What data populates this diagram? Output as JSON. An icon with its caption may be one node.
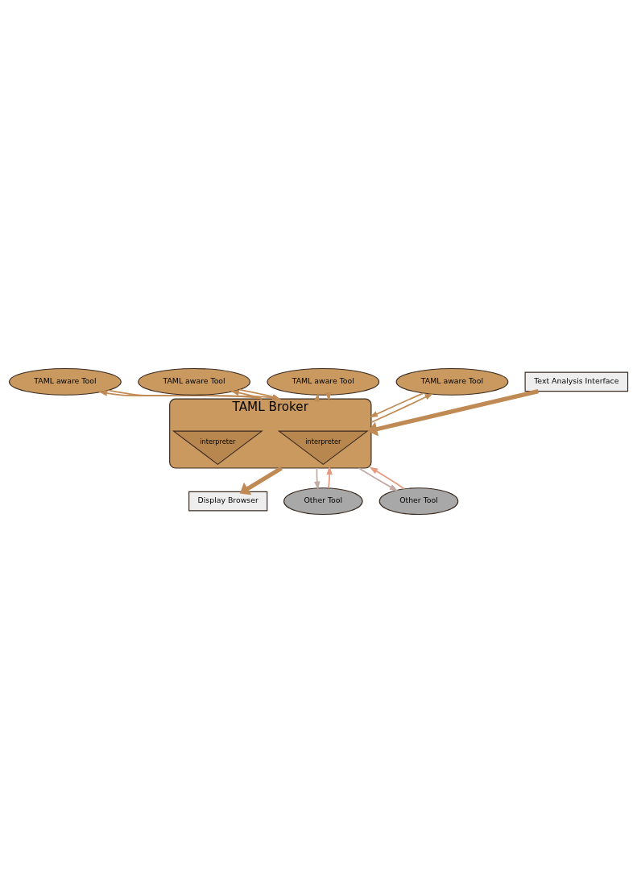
{
  "diagram": {
    "nodes": [
      {
        "text": [
          "TAML aware Tool"
        ]
      },
      {
        "text": [
          "TAML aware Tool"
        ]
      },
      {
        "text": [
          "TAML aware Tool"
        ]
      },
      {
        "text": [
          "TAML aware Tool"
        ]
      },
      {
        "text": [
          "TAML Broker"
        ]
      },
      {
        "text": [
          "interpreter"
        ],
        "in": 4
      },
      {
        "text": [
          "interpreter"
        ],
        "in": 4
      },
      {
        "text": [
          "Text Analysis Interface"
        ]
      },
      {
        "text": [
          "Display Browser"
        ]
      },
      {
        "text": [
          "Other Tool"
        ]
      },
      {
        "text": [
          "Other Tool"
        ]
      }
    ],
    "edges": [
      {
        "from": 4,
        "to": 0,
        "arrow": "to"
      },
      {
        "from": 0,
        "to": 4,
        "arrow": "to"
      },
      {
        "from": 4,
        "to": 1,
        "arrow": "to"
      },
      {
        "from": 1,
        "to": 4,
        "arrow": "to"
      },
      {
        "from": 4,
        "to": 2,
        "arrow": "to"
      },
      {
        "from": 2,
        "to": 4,
        "arrow": "to"
      },
      {
        "from": 3,
        "to": 4,
        "arrow": "to"
      },
      {
        "from": 4,
        "to": 3,
        "arrow": "to"
      },
      {
        "from": 7,
        "to": 4,
        "arrow": "to",
        "style": "thick"
      },
      {
        "from": 4,
        "to": 8,
        "arrow": "to",
        "style": "thick"
      },
      {
        "from": 4,
        "to": 9,
        "arrow": "to",
        "color": "#c4aaa4"
      },
      {
        "from": 9,
        "to": 4,
        "arrow": "to",
        "color": "#e89a80"
      },
      {
        "from": 4,
        "to": 10,
        "arrow": "to",
        "color": "#c4aaa4"
      },
      {
        "from": 10,
        "to": 4,
        "arrow": "to",
        "color": "#e89a80"
      }
    ]
  }
}
